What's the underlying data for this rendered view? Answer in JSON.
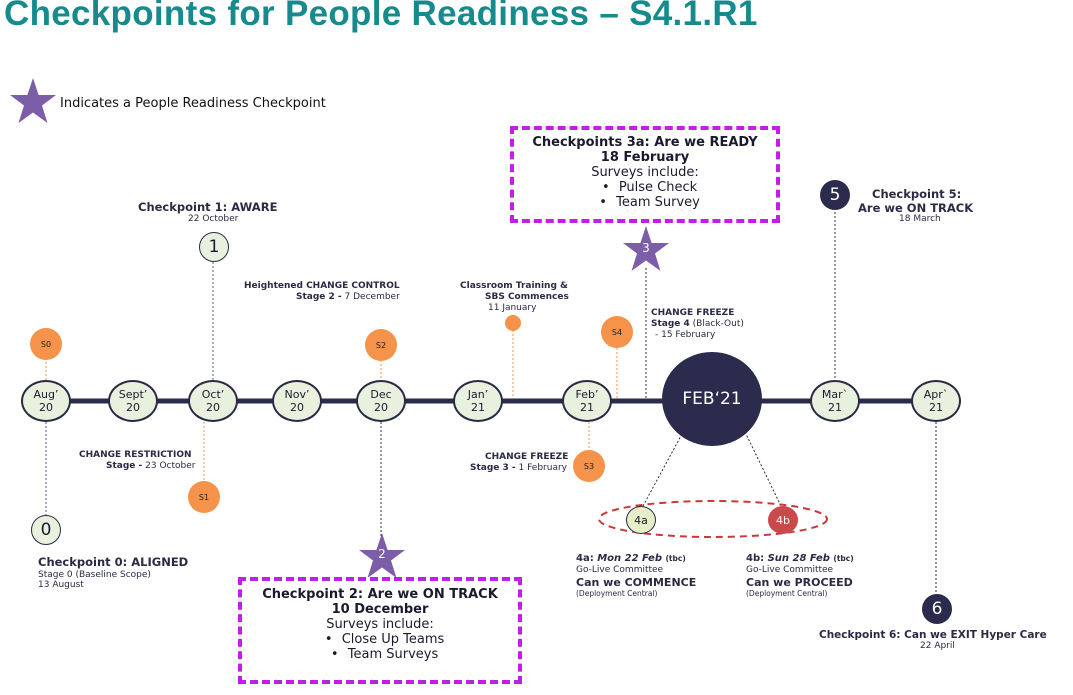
{
  "title": "Checkpoints for People Readiness – S4.1.R1",
  "legend": {
    "text": "Indicates a People Readiness Checkpoint",
    "icon": "star-icon",
    "color": "#7b5ea7"
  },
  "colors": {
    "title": "#168a8c",
    "timeline": "#2b2b4d",
    "surveyDot": "#f5934a",
    "dashed": "#c21ee6",
    "star": "#7b5ea7",
    "redDashed": "#c83a3a"
  },
  "months": [
    {
      "line1": "Aug’",
      "line2": "20"
    },
    {
      "line1": "Sept’",
      "line2": "20"
    },
    {
      "line1": "Oct’",
      "line2": "20"
    },
    {
      "line1": "Nov’",
      "line2": "20"
    },
    {
      "line1": "Dec",
      "line2": "20"
    },
    {
      "line1": "Jan’",
      "line2": "21"
    },
    {
      "line1": "Feb’",
      "line2": "21"
    },
    {
      "line1": "Mar`",
      "line2": "21"
    },
    {
      "line1": "Apr`",
      "line2": "21"
    }
  ],
  "big_month": "FEB‘21",
  "survey_dots": {
    "s0": "S0",
    "s1": "S1",
    "s2": "S2",
    "s3": "S3",
    "s4": "S4"
  },
  "stars": {
    "cp2": "2",
    "cp3": "3"
  },
  "checkpoints": {
    "cp0": {
      "num": "0",
      "title": "Checkpoint 0: ALIGNED",
      "sub1": "Stage 0 (Baseline Scope)",
      "sub2": "13 August"
    },
    "cp1": {
      "num": "1",
      "title": "Checkpoint 1: AWARE",
      "date": "22 October"
    },
    "cp5": {
      "num": "5",
      "title1": "Checkpoint 5:",
      "title2": "Are we ON TRACK",
      "date": "18 March"
    },
    "cp6": {
      "num": "6",
      "title": "Checkpoint 6: Can we EXIT Hyper Care",
      "date": "22 April"
    }
  },
  "labels": {
    "change_restriction": {
      "line1": "CHANGE RESTRICTION",
      "line2_bold": "Stage -",
      "line2": " 23 October"
    },
    "heightened": {
      "line1_a": "Heightened ",
      "line1_b": "CHANGE CONTROL",
      "line2_bold": "Stage 2 -",
      "line2": " 7 December"
    },
    "classroom": {
      "line1": "Classroom Training &",
      "line2": "SBS Commences",
      "line3": "11 January"
    },
    "freeze3": {
      "line1": "CHANGE FREEZE",
      "line2_bold": "Stage 3 -",
      "line2": " 1 February"
    },
    "freeze4": {
      "line1": "CHANGE FREEZE",
      "line2_bold": "Stage 4",
      "line2": " (Black-Out)",
      "line3": "- 15 February"
    }
  },
  "box2": {
    "title": "Checkpoint 2: Are we ON TRACK",
    "date": "10 December",
    "surveys": "Surveys include:",
    "items": [
      "Close Up Teams",
      "Team Surveys"
    ]
  },
  "box3": {
    "title": "Checkpoints 3a: Are we READY",
    "date": "18 February",
    "surveys": "Surveys include:",
    "items": [
      "Pulse Check",
      "Team Survey"
    ]
  },
  "cp4a": {
    "pill": "4a",
    "head_bold": "4a: ",
    "head_italic": "Mon 22 Feb",
    "tbc": "(tbc)",
    "committee": "Go-Live Committee",
    "action": "Can we COMMENCE",
    "note": "(Deployment Central)"
  },
  "cp4b": {
    "pill": "4b",
    "head_bold": "4b: ",
    "head_italic": "Sun 28 Feb",
    "tbc": "(tbc)",
    "committee": "Go-Live Committee",
    "action": "Can we PROCEED",
    "note": "(Deployment Central)"
  }
}
